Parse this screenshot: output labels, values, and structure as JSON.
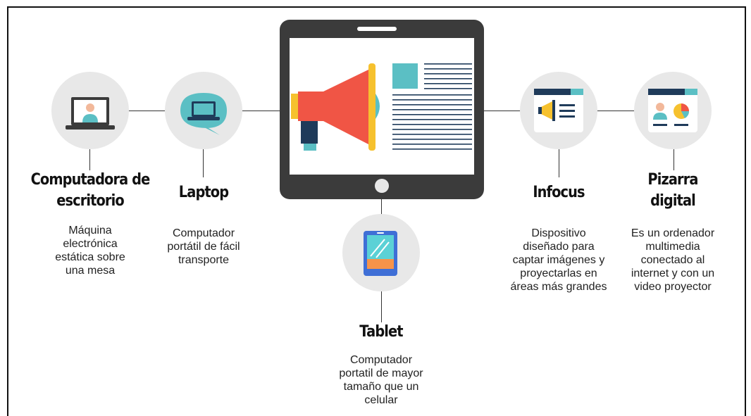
{
  "nodes": {
    "desktop": {
      "icon": "desktop-monitor-user-icon",
      "title": "Computadora de escritorio",
      "desc": "Máquina electrónica estática sobre una mesa"
    },
    "laptop": {
      "icon": "laptop-chat-icon",
      "title": "Laptop",
      "desc": "Computador portátil de fácil transporte"
    },
    "tablet": {
      "icon": "tablet-device-icon",
      "title": "Tablet",
      "desc": "Computador portatil de mayor tamaño que un celular"
    },
    "infocus": {
      "icon": "projector-announcement-icon",
      "title": "Infocus",
      "desc": "Dispositivo diseñado para captar imágenes y proyectarlas en áreas más grandes"
    },
    "pizarra": {
      "icon": "digital-board-chart-icon",
      "title": "Pizarra digital",
      "desc": "Es un ordenador multimedia conectado al internet y con un video proyector"
    }
  },
  "center": {
    "icon": "tablet-megaphone-icon"
  },
  "colors": {
    "circle_bg": "#e8e8e8",
    "device_frame": "#3b3b3b",
    "megaphone_red": "#f05545",
    "accent_yellow": "#f6c12e",
    "accent_teal": "#5bbfc4",
    "navy": "#1f3b5a"
  }
}
